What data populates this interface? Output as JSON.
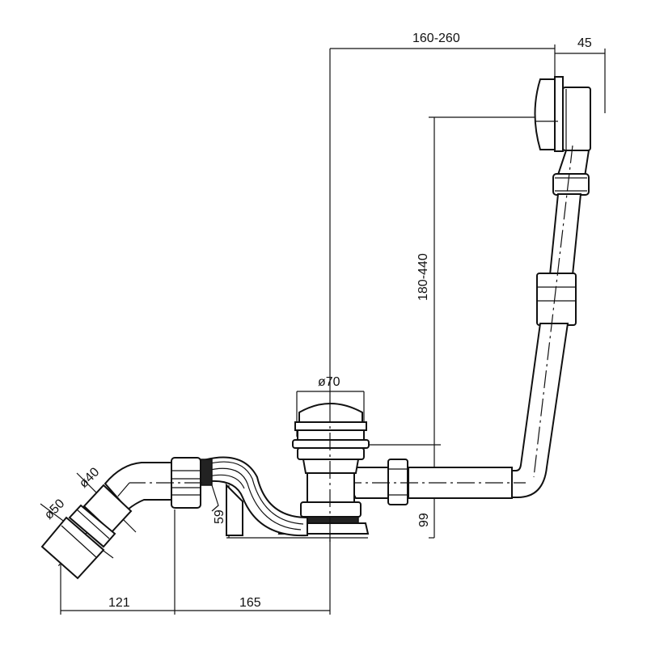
{
  "dimensions": {
    "overflow_span": "160-260",
    "overflow_width": "45",
    "height_range": "180-440",
    "drain_diameter": "ø70",
    "pipe_diameter_40": "ø40",
    "pipe_diameter_50": "ø50",
    "trap_height": "59",
    "outlet_height": "99",
    "width_121": "121",
    "width_165": "165"
  },
  "colors": {
    "line": "#111111",
    "background": "#ffffff"
  }
}
